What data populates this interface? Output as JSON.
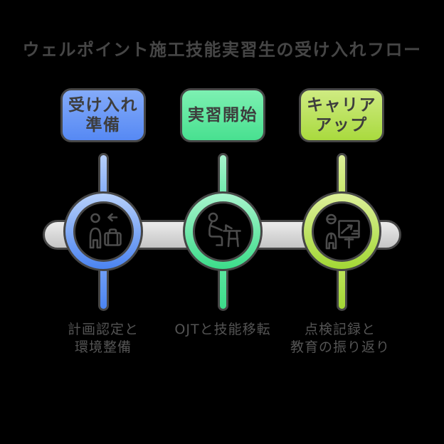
{
  "title": "ウェルポイント施工技能実習生の受け入れフロー",
  "colors": {
    "background": "#000000",
    "outline": "#464646",
    "title-text": "#464646",
    "box-text": "#3d3d3d",
    "desc-text": "#545454",
    "icon-stroke": "#4c4c4c",
    "bar-top": "#ebebeb",
    "bar-bottom": "#c5c5c5"
  },
  "steps": [
    {
      "box_label": "受け入れ\n準備",
      "description": "計画認定と\n環境整備",
      "icon": "person-arrival-briefcase-icon",
      "colors": {
        "box-top": "#84abf9",
        "box-bottom": "#5689f4",
        "light": "#b7d0fa",
        "mid": "#7aa5f7",
        "dark": "#4b84f1"
      }
    },
    {
      "box_label": "実習開始",
      "description": "OJTと技能移転",
      "icon": "person-desk-training-icon",
      "colors": {
        "box-top": "#7df0b2",
        "box-bottom": "#48e090",
        "light": "#a8f4cd",
        "mid": "#63e8a5",
        "dark": "#3cdc8a"
      }
    },
    {
      "box_label": "キャリア\nアップ",
      "description": "点検記録と\n教育の振り返り",
      "icon": "person-presentation-chart-icon",
      "colors": {
        "box-top": "#cfeb82",
        "box-bottom": "#a9da3e",
        "light": "#ddf09a",
        "mid": "#c3e563",
        "dark": "#a3d735"
      }
    }
  ]
}
